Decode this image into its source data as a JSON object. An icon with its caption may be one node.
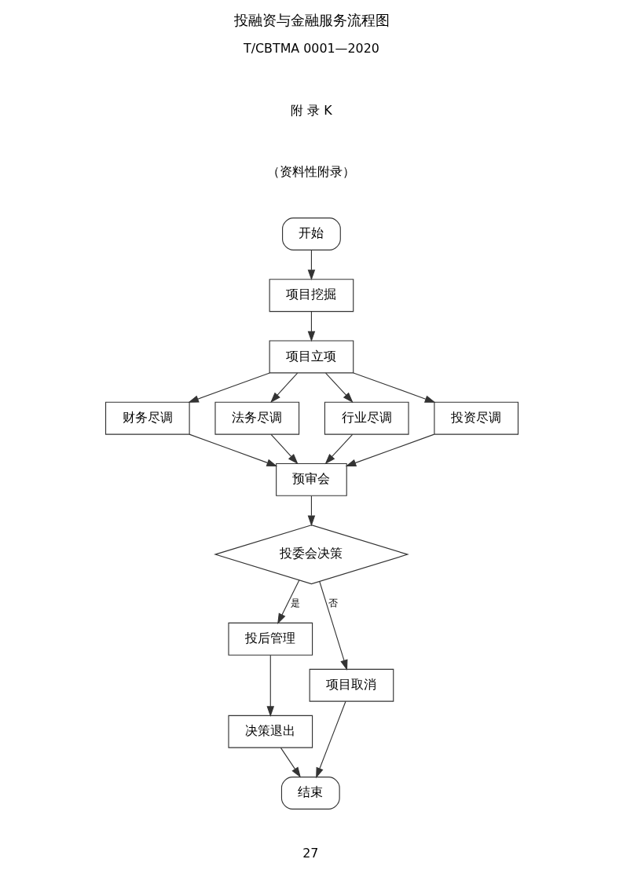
{
  "diagram": {
    "title": "投融资与金融服务流程图",
    "nodes": [
      {
        "text": [
          "开始"
        ]
      },
      {
        "text": [
          "项目挖掘"
        ]
      },
      {
        "text": [
          "项目立项"
        ]
      },
      {
        "text": [
          "财务尽调"
        ]
      },
      {
        "text": [
          "法务尽调"
        ]
      },
      {
        "text": [
          "行业尽调"
        ]
      },
      {
        "text": [
          "投资尽调"
        ]
      },
      {
        "text": [
          "预审会"
        ]
      },
      {
        "text": [
          "投委会决策"
        ]
      },
      {
        "text": [
          "投后管理"
        ]
      },
      {
        "text": [
          "项目取消"
        ]
      },
      {
        "text": [
          "决策退出"
        ]
      },
      {
        "text": [
          "结束"
        ]
      }
    ],
    "edges": [
      {
        "from": 0,
        "to": 1,
        "arrow": "to"
      },
      {
        "from": 1,
        "to": 2,
        "arrow": "to"
      },
      {
        "from": 2,
        "to": 3,
        "arrow": "to"
      },
      {
        "from": 2,
        "to": 4,
        "arrow": "to"
      },
      {
        "from": 2,
        "to": 5,
        "arrow": "to"
      },
      {
        "from": 2,
        "to": 6,
        "arrow": "to"
      },
      {
        "from": 3,
        "to": 7,
        "arrow": "to"
      },
      {
        "from": 4,
        "to": 7,
        "arrow": "to"
      },
      {
        "from": 5,
        "to": 7,
        "arrow": "to"
      },
      {
        "from": 6,
        "to": 7,
        "arrow": "to"
      },
      {
        "from": 7,
        "to": 8,
        "arrow": "to"
      },
      {
        "from": 8,
        "to": 9,
        "arrow": "to",
        "label": "是"
      },
      {
        "from": 8,
        "to": 10,
        "arrow": "to",
        "label": "否"
      },
      {
        "from": 9,
        "to": 11,
        "arrow": "to"
      },
      {
        "from": 11,
        "to": 12,
        "arrow": "to"
      },
      {
        "from": 10,
        "to": 12,
        "arrow": "to"
      }
    ],
    "labels": [
      "T/CBTMA 0001—2020",
      "附 录 K",
      "（资料性附录）",
      "27"
    ]
  }
}
